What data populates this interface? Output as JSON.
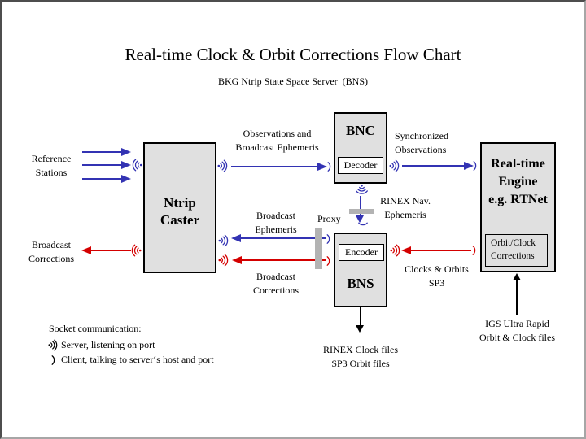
{
  "title": "Real-time Clock & Orbit Corrections Flow Chart",
  "subtitle": "BKG Ntrip State Space Server  (BNS)",
  "boxes": {
    "ntrip_caster": {
      "line1": "Ntrip",
      "line2": "Caster"
    },
    "bnc": {
      "title": "BNC",
      "sub": "Decoder"
    },
    "bns": {
      "title": "BNS",
      "sub": "Encoder"
    },
    "rte": {
      "line1": "Real-time",
      "line2": "Engine",
      "line3": "e.g. RTNet",
      "sub_line1": "Orbit/Clock",
      "sub_line2": "Corrections"
    }
  },
  "labels": {
    "reference_stations": [
      "Reference",
      "Stations"
    ],
    "broadcast_corrections_left": [
      "Broadcast",
      "Corrections"
    ],
    "observations": [
      "Observations and",
      "Broadcast Ephemeris"
    ],
    "synchronized": [
      "Synchronized",
      "Observations"
    ],
    "rinex_nav": [
      "RINEX Nav.",
      "Ephemeris"
    ],
    "proxy": "Proxy",
    "broadcast_ephemeris": [
      "Broadcast",
      "Ephemeris"
    ],
    "broadcast_corrections_mid": [
      "Broadcast",
      "Corrections"
    ],
    "clocks_orbits": [
      "Clocks & Orbits",
      "SP3"
    ],
    "rinex_clock_files": [
      "RINEX Clock files",
      "SP3 Orbit files"
    ],
    "igs": [
      "IGS Ultra Rapid",
      "Orbit & Clock files"
    ]
  },
  "legend": {
    "heading": "Socket communication:",
    "server": "Server, listening on port",
    "client": "Client, talking to server‘s host and port"
  },
  "colors": {
    "arrow_blue": "#3333b3",
    "arrow_red": "#d40000",
    "box_fill": "#e0e0e0",
    "proxy_bar": "#b3b3b3"
  }
}
